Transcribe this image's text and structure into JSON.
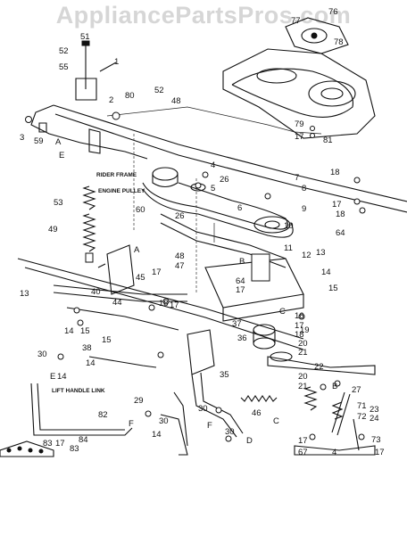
{
  "watermark": "AppliancePartsPros.com",
  "captions": {
    "rider_frame": "RIDER FRAME",
    "engine_pulley": "ENGINE PULLEY",
    "lift_handle_link": "LIFT HANDLE LINK"
  },
  "labels": [
    "51",
    "1",
    "52",
    "55",
    "76",
    "77",
    "78",
    "2",
    "80",
    "52",
    "48",
    "3",
    "59",
    "A",
    "E",
    "79",
    "17",
    "81",
    "4",
    "26",
    "5",
    "6",
    "7",
    "8",
    "10",
    "9",
    "18",
    "17",
    "18",
    "64",
    "53",
    "60",
    "49",
    "26",
    "11",
    "12",
    "13",
    "14",
    "15",
    "A",
    "17",
    "45",
    "48",
    "47",
    "B",
    "64",
    "17",
    "16",
    "17",
    "18",
    "13",
    "40",
    "44",
    "18",
    "17",
    "37",
    "C",
    "36",
    "19",
    "20",
    "21",
    "22",
    "20",
    "21",
    "14",
    "15",
    "15",
    "38",
    "14",
    "30",
    "E",
    "14",
    "35",
    "29",
    "82",
    "30",
    "30",
    "F",
    "46",
    "C",
    "F",
    "30",
    "D",
    "B",
    "27",
    "71",
    "72",
    "24",
    "23",
    "73",
    "83",
    "17",
    "84",
    "83",
    "14",
    "17",
    "67",
    "4",
    "17"
  ]
}
